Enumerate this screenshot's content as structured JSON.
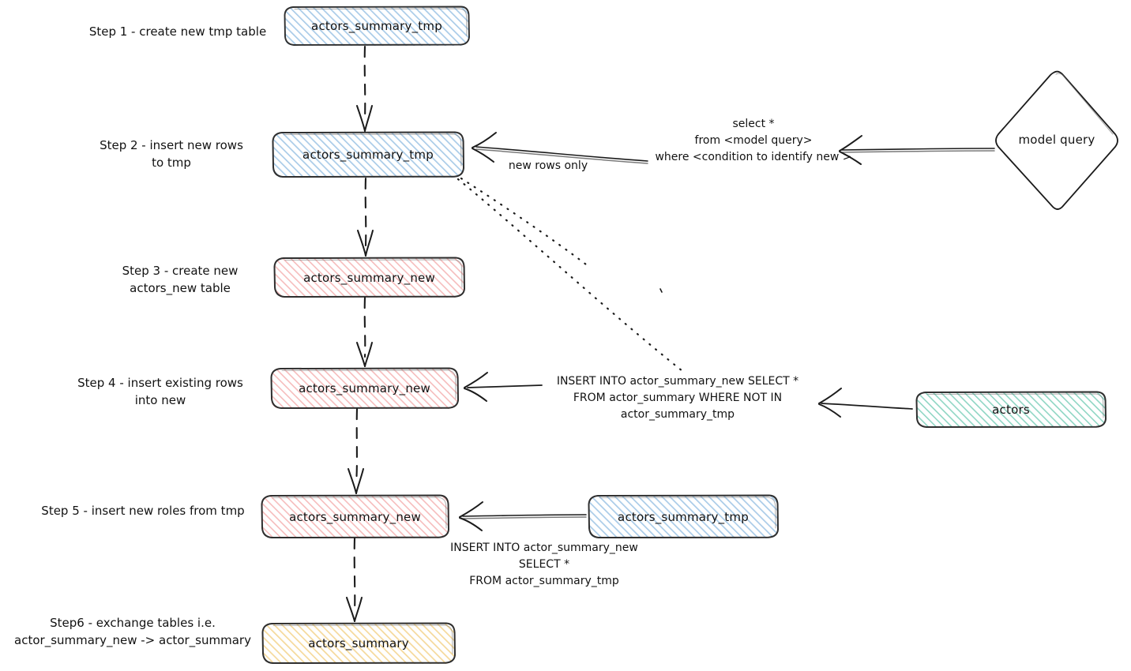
{
  "diagram": {
    "title": "Incremental table swap pipeline",
    "background": "#ffffff",
    "ink": "#1b1b1b"
  },
  "palette": {
    "blue_stroke": "#4a80b4",
    "blue_fill": "#a9cbe8",
    "red_stroke": "#d98a8a",
    "red_fill": "#f4b9b9",
    "teal_stroke": "#3aa68c",
    "teal_fill": "#8fd6c4",
    "yellow_stroke": "#e0a93b",
    "yellow_fill": "#f5d99a",
    "plain_stroke": "#1b1b1b"
  },
  "steps": [
    {
      "id": "step1",
      "label": "Step 1 - create new tmp table"
    },
    {
      "id": "step2",
      "label": "Step 2 - insert new rows\nto tmp"
    },
    {
      "id": "step3",
      "label": "Step 3 - create new\nactors_new table"
    },
    {
      "id": "step4",
      "label": "Step 4 - insert existing rows\ninto new"
    },
    {
      "id": "step5",
      "label": "Step 5 - insert new roles from tmp"
    },
    {
      "id": "step6",
      "label": "Step6 - exchange tables i.e.\nactor_summary_new -> actor_summary"
    }
  ],
  "nodes": [
    {
      "id": "tmp1",
      "label": "actors_summary_tmp",
      "color": "blue",
      "shape": "rounded-rect"
    },
    {
      "id": "tmp2",
      "label": "actors_summary_tmp",
      "color": "blue",
      "shape": "rounded-rect"
    },
    {
      "id": "new3",
      "label": "actors_summary_new",
      "color": "red",
      "shape": "rounded-rect"
    },
    {
      "id": "new4",
      "label": "actors_summary_new",
      "color": "red",
      "shape": "rounded-rect"
    },
    {
      "id": "new5",
      "label": "actors_summary_new",
      "color": "red",
      "shape": "rounded-rect"
    },
    {
      "id": "tmp5",
      "label": "actors_summary_tmp",
      "color": "blue",
      "shape": "rounded-rect"
    },
    {
      "id": "summary6",
      "label": "actors_summary",
      "color": "yellow",
      "shape": "rounded-rect"
    },
    {
      "id": "actors",
      "label": "actors",
      "color": "teal",
      "shape": "rounded-rect"
    },
    {
      "id": "modelquery",
      "label": "model query",
      "color": "plain",
      "shape": "diamond"
    }
  ],
  "edge_notes": {
    "new_rows_only": "new rows only",
    "model_query_sql": "select *\nfrom <model query>\nwhere <condition to identify new >",
    "step4_sql": "INSERT INTO actor_summary_new SELECT *\nFROM actor_summary WHERE NOT IN\nactor_summary_tmp",
    "step5_sql": "INSERT INTO actor_summary_new\nSELECT *\nFROM actor_summary_tmp"
  }
}
